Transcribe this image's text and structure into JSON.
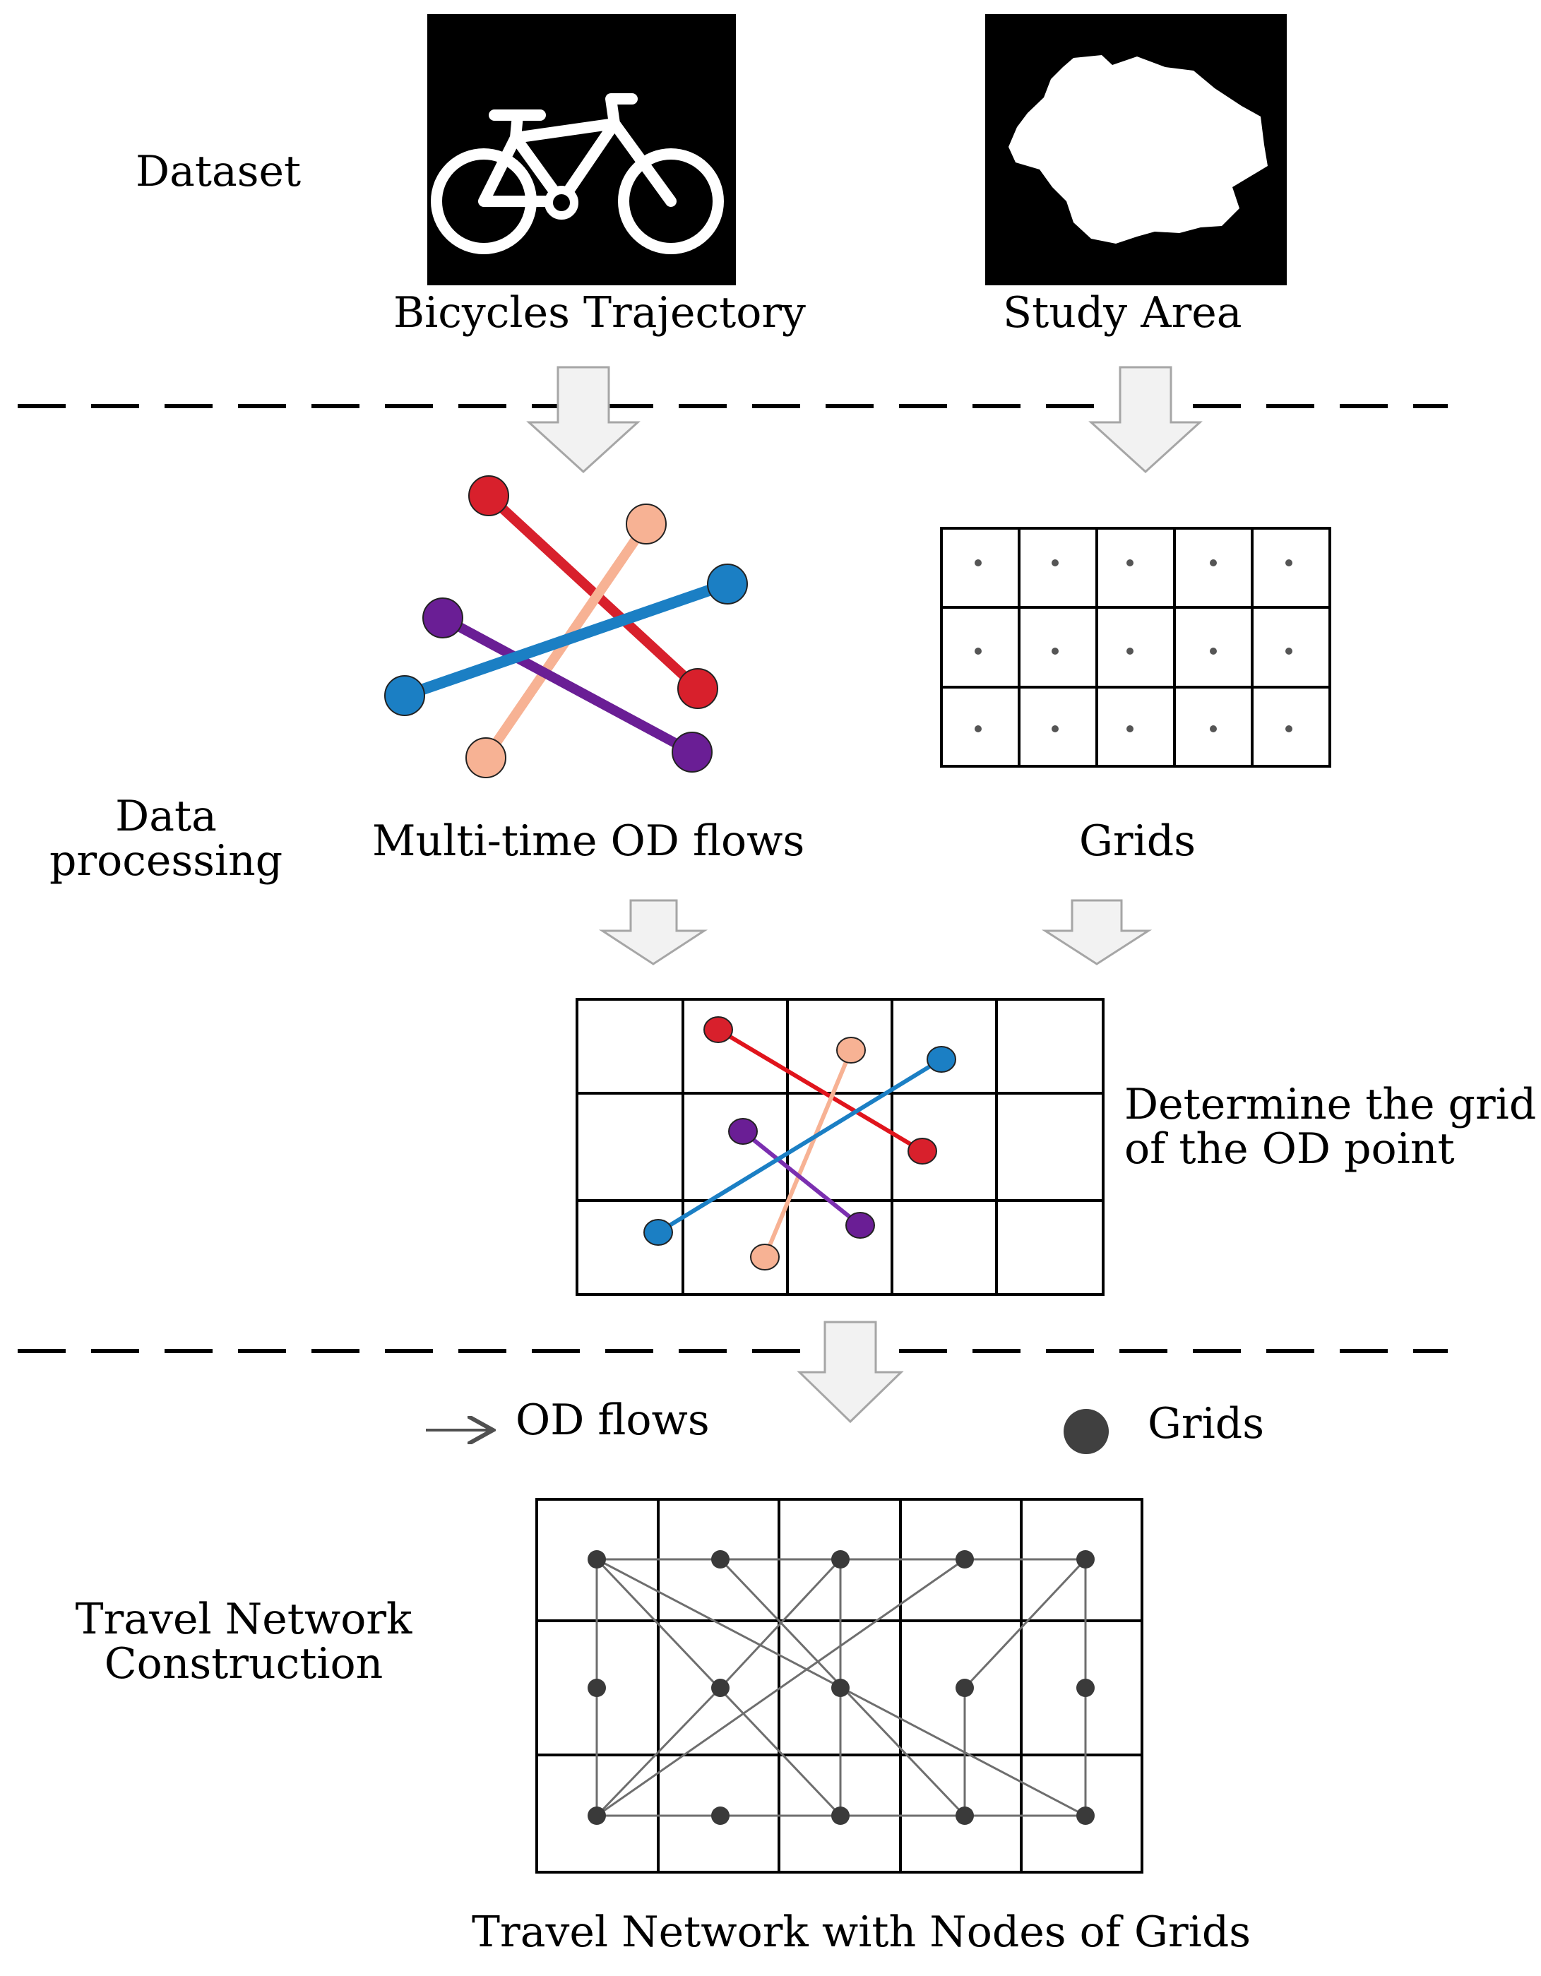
{
  "stages": {
    "dataset": "Dataset",
    "data_processing": [
      "Data",
      "processing"
    ],
    "network_construction": [
      "Travel Network",
      "Construction"
    ]
  },
  "inputs": {
    "bicycles": "Bicycles Trajectory",
    "study_area": "Study Area"
  },
  "processing": {
    "od_flows": "Multi-time OD flows",
    "grids": "Grids",
    "determine": [
      "Determine the grid",
      "of the OD point"
    ]
  },
  "legend": {
    "od_flows": "OD flows",
    "grids": "Grids"
  },
  "output": "Travel Network with Nodes of Grids",
  "colors": {
    "red": "#d8202c",
    "peach": "#f7b294",
    "blue": "#1b7fc4",
    "purple": "#6a1e95",
    "arrow_fill": "#f2f2f2",
    "node": "#404040"
  }
}
